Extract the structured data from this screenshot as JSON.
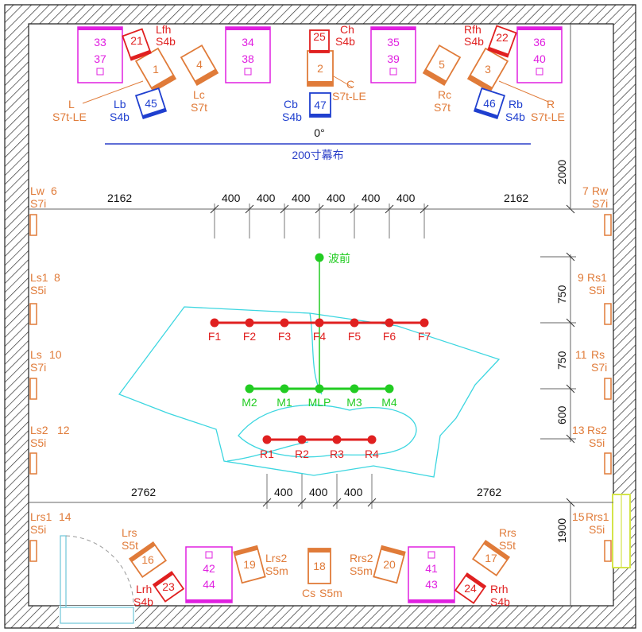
{
  "screen": {
    "label": "200寸幕布",
    "angle": "0°"
  },
  "dims": {
    "front_depth": "2000",
    "upper_half_left": "2162",
    "upper_half_right": "2162",
    "lower_half_left": "2762",
    "lower_half_right": "2762",
    "rear_depth": "1900",
    "row_gap_1": "750",
    "row_gap_2": "750",
    "row_gap_3": "600",
    "front_spacing": [
      "400",
      "400",
      "400",
      "400",
      "400",
      "400"
    ],
    "rear_spacing": [
      "400",
      "400",
      "400"
    ]
  },
  "reference": {
    "label": "波前"
  },
  "front_row": {
    "labels": [
      "F1",
      "F2",
      "F3",
      "F4",
      "F5",
      "F6",
      "F7"
    ]
  },
  "mid_row": {
    "labels": [
      "M2",
      "M1",
      "MLP",
      "M3",
      "M4"
    ]
  },
  "rear_row": {
    "labels": [
      "R1",
      "R2",
      "R3",
      "R4"
    ]
  },
  "speakers": {
    "L": {
      "num": "1",
      "name": "L",
      "model": "S7t-LE"
    },
    "R": {
      "num": "3",
      "name": "R",
      "model": "S7t-LE"
    },
    "C": {
      "num": "2",
      "name": "C",
      "model": "S7t-LE"
    },
    "Lc": {
      "num": "4",
      "name": "Lc",
      "model": "S7t"
    },
    "Rc": {
      "num": "5",
      "name": "Rc",
      "model": "S7t"
    },
    "Lw": {
      "num": "6",
      "name": "Lw",
      "model": "S7i"
    },
    "Rw": {
      "num": "7",
      "name": "Rw",
      "model": "S7i"
    },
    "Ls1": {
      "num": "8",
      "name": "Ls1",
      "model": "S5i"
    },
    "Rs1": {
      "num": "9",
      "name": "Rs1",
      "model": "S5i"
    },
    "Ls": {
      "num": "10",
      "name": "Ls",
      "model": "S7i"
    },
    "Rs": {
      "num": "11",
      "name": "Rs",
      "model": "S7i"
    },
    "Ls2": {
      "num": "12",
      "name": "Ls2",
      "model": "S5i"
    },
    "Rs2": {
      "num": "13",
      "name": "Rs2",
      "model": "S5i"
    },
    "Lrs1": {
      "num": "14",
      "name": "Lrs1",
      "model": "S5i"
    },
    "Rrs1": {
      "num": "15",
      "name": "Rrs1",
      "model": "S5i"
    },
    "Lrs": {
      "num": "16",
      "name": "Lrs",
      "model": "S5t"
    },
    "Rrs": {
      "num": "17",
      "name": "Rrs",
      "model": "S5t"
    },
    "Cs": {
      "num": "18",
      "name": "Cs",
      "model": "S5m"
    },
    "Lrs2": {
      "num": "19",
      "name": "Lrs2",
      "model": "S5m"
    },
    "Rrs2": {
      "num": "20",
      "name": "Rrs2",
      "model": "S5m"
    },
    "Lfh": {
      "num": "21",
      "name": "Lfh",
      "model": "S4b"
    },
    "Rfh": {
      "num": "22",
      "name": "Rfh",
      "model": "S4b"
    },
    "Lrh": {
      "num": "23",
      "name": "Lrh",
      "model": "S4b"
    },
    "Rrh": {
      "num": "24",
      "name": "Rrh",
      "model": "S4b"
    },
    "Ch": {
      "num": "25",
      "name": "Ch",
      "model": "S4b"
    },
    "Lb": {
      "num": "45",
      "name": "Lb",
      "model": "S4b"
    },
    "Rb": {
      "num": "46",
      "name": "Rb",
      "model": "S4b"
    },
    "Cb": {
      "num": "47",
      "name": "Cb",
      "model": "S4b"
    }
  },
  "subs": {
    "front_left": {
      "a": "33",
      "b": "37"
    },
    "front_mid_l": {
      "a": "34",
      "b": "38"
    },
    "front_mid_r": {
      "a": "35",
      "b": "39"
    },
    "front_right": {
      "a": "36",
      "b": "40"
    },
    "rear_left": {
      "a": "42",
      "b": "44"
    },
    "rear_right": {
      "a": "41",
      "b": "43"
    }
  }
}
